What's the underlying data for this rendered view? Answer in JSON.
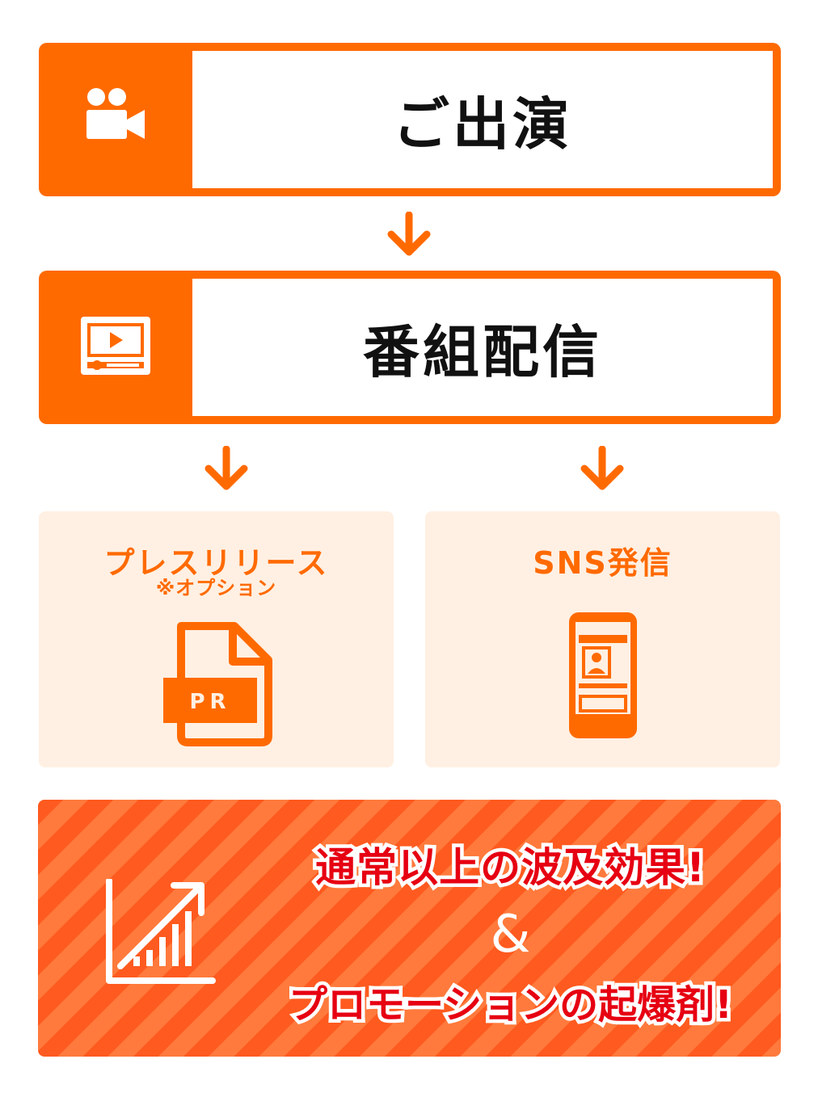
{
  "flow": {
    "step1": {
      "label": "ご出演",
      "icon": "video-camera-icon"
    },
    "step2": {
      "label": "番組配信",
      "icon": "video-player-icon"
    }
  },
  "cards": {
    "press": {
      "title": "プレスリリース",
      "note": "※オプション",
      "icon": "pr-document-icon",
      "icon_text": "PR"
    },
    "sns": {
      "title": "SNS発信",
      "icon": "smartphone-profile-icon"
    }
  },
  "banner": {
    "line1": "通常以上の波及効果!",
    "amp": "&",
    "line2": "プロモーションの起爆剤!",
    "icon": "growth-chart-icon"
  },
  "colors": {
    "accent": "#ff6a00",
    "card_bg": "#fff0e3",
    "highlight_text": "#e60012"
  }
}
